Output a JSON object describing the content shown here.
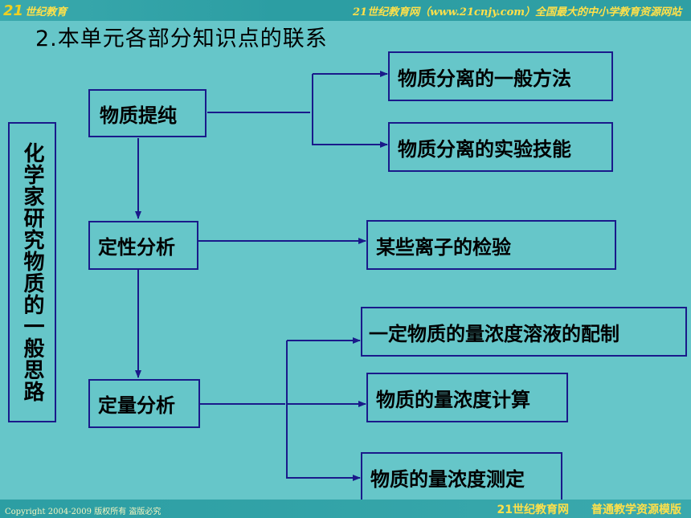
{
  "header": {
    "logo_mark": "21",
    "logo_text": "世纪教育",
    "site_banner": "21世纪教育网（www.21cnjy.com）全国最大的中小学教育资源网站"
  },
  "slide": {
    "title": "2.本单元各部分知识点的联系",
    "vertical_label": "化学家研究物质的一般思路",
    "nodes": {
      "purification": "物质提纯",
      "qualitative": "定性分析",
      "quantitative": "定量分析",
      "separation_methods": "物质分离的一般方法",
      "separation_skills": "物质分离的实验技能",
      "ion_test": "某些离子的检验",
      "solution_prep": "一定物质的量浓度溶液的配制",
      "concentration_calc": "物质的量浓度计算",
      "concentration_measure": "物质的量浓度测定"
    }
  },
  "footer": {
    "copyright": "Copyright 2004-2009 版权所有 盗版必究",
    "brand_left": "21世纪教育网",
    "brand_right": "普通教学资源模版"
  },
  "colors": {
    "background": "#66c6c9",
    "border": "#1a1a8a",
    "banner_text": "#ffe04a"
  }
}
